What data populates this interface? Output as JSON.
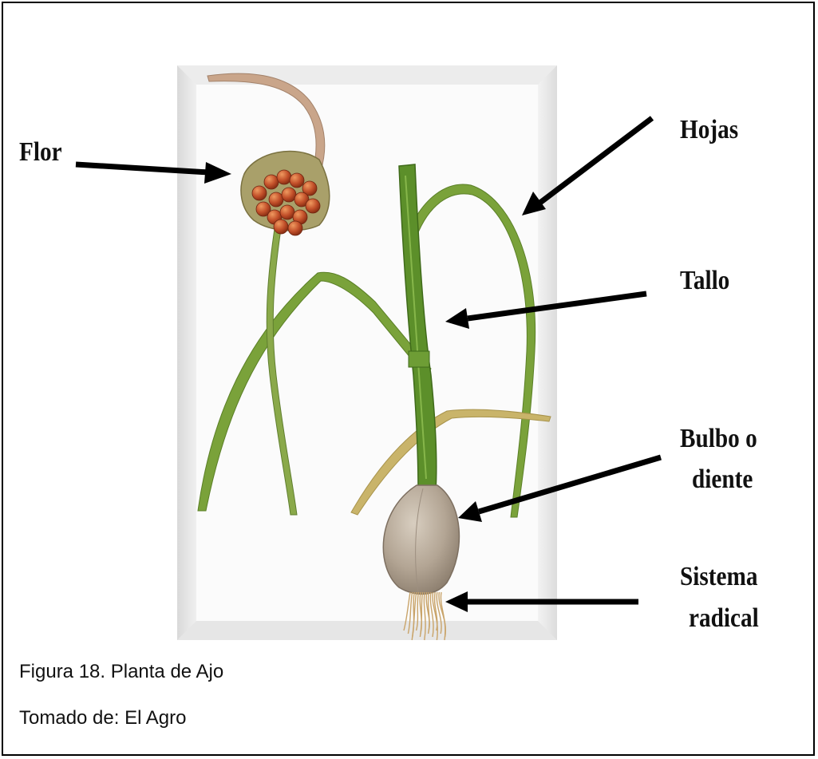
{
  "labels": {
    "flor": "Flor",
    "hojas": "Hojas",
    "tallo": "Tallo",
    "bulbo_line1": "Bulbo o",
    "bulbo_line2": "diente",
    "sistema_line1": "Sistema",
    "sistema_line2": "radical"
  },
  "caption": {
    "figure": "Figura 18. Planta de Ajo",
    "source": "Tomado de: El Agro"
  },
  "colors": {
    "leaf": "#7aa23a",
    "stem": "#5c8f2a",
    "bulb": "#b3a594",
    "bulblet": "#c2502a",
    "arrow": "#000000"
  }
}
